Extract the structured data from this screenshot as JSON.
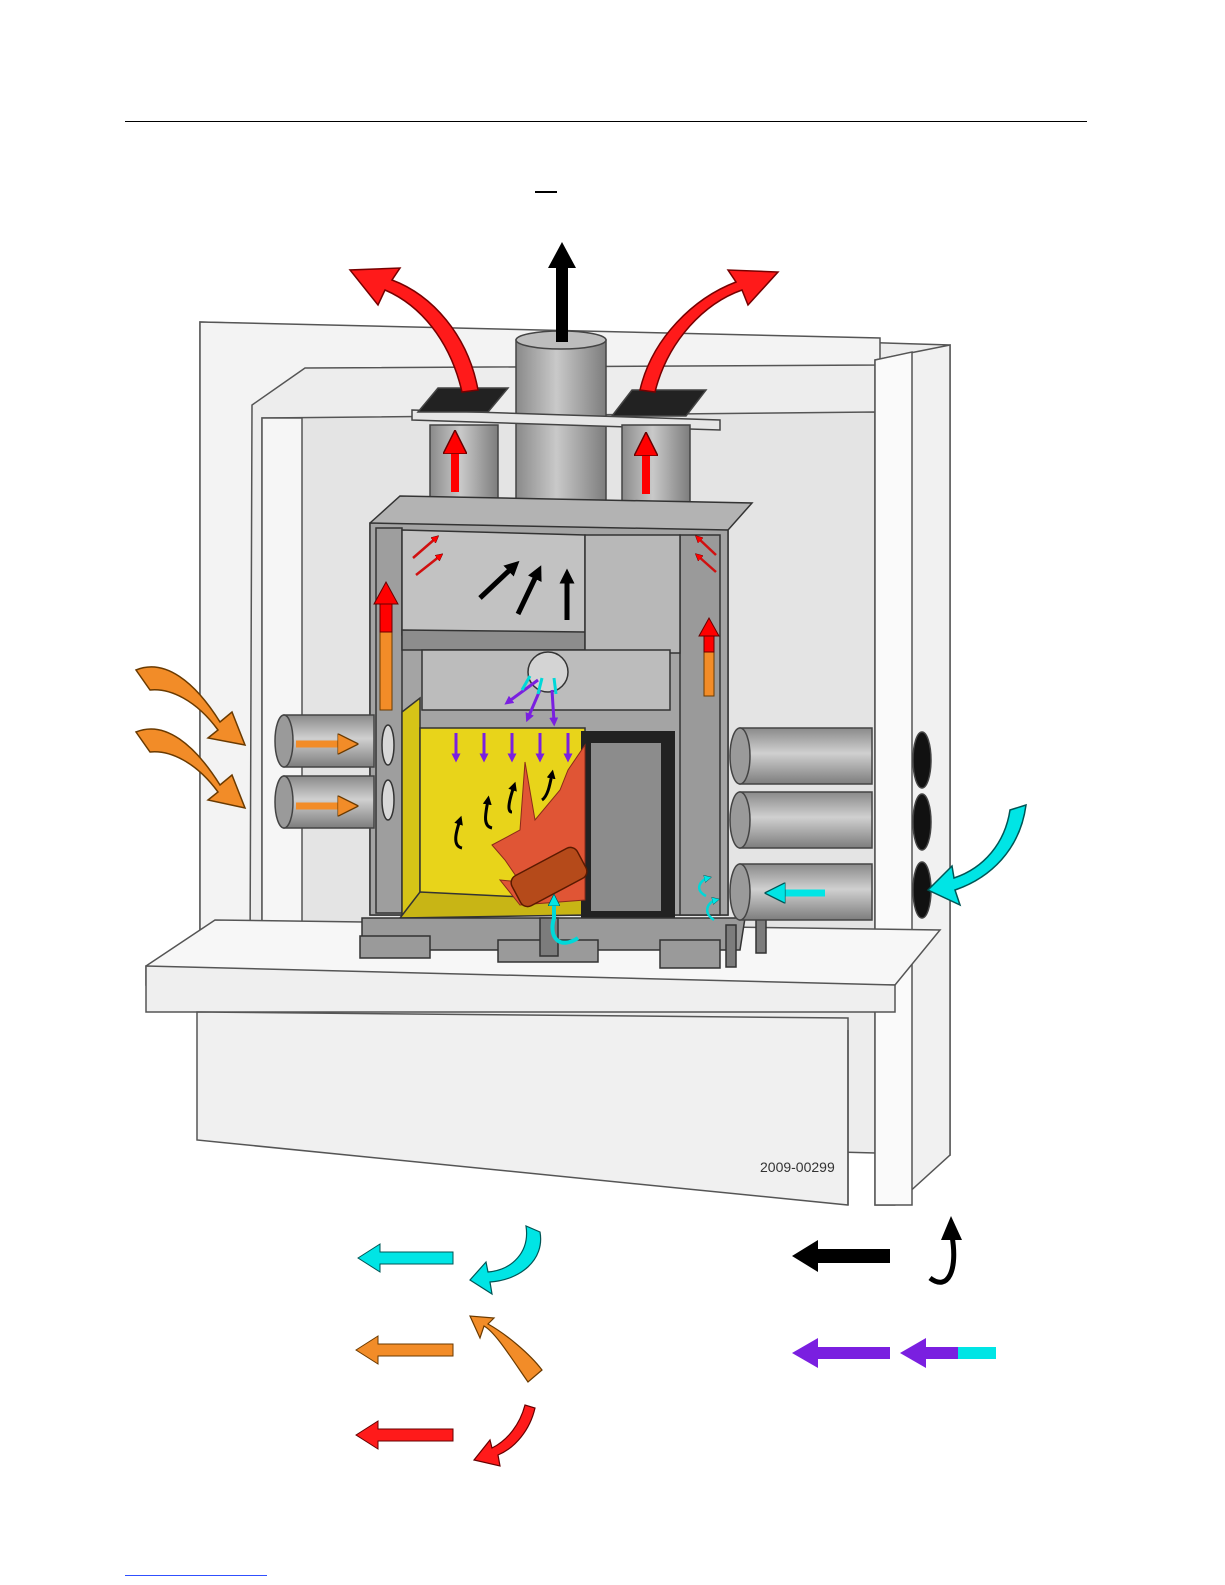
{
  "figure": {
    "id_label": "2009-00299"
  },
  "colors": {
    "flue_gas": "#000000",
    "combustion_air": "#00e5e5",
    "room_air_in": "#f28c28",
    "heated_air_out": "#ff0000",
    "secondary_air": "#7a1fe0",
    "firebox": "#e8d41a",
    "steel": "#a7a7a7",
    "masonry": "#ebebeb"
  },
  "legend": [
    {
      "name": "legend-combustion-air",
      "color": "#00e5e5"
    },
    {
      "name": "legend-convection-air-in",
      "color": "#f28c28"
    },
    {
      "name": "legend-convection-air-out",
      "color": "#ff0000"
    },
    {
      "name": "legend-flue-gas",
      "color": "#000000"
    },
    {
      "name": "legend-secondary-air",
      "color": "#7a1fe0"
    }
  ]
}
